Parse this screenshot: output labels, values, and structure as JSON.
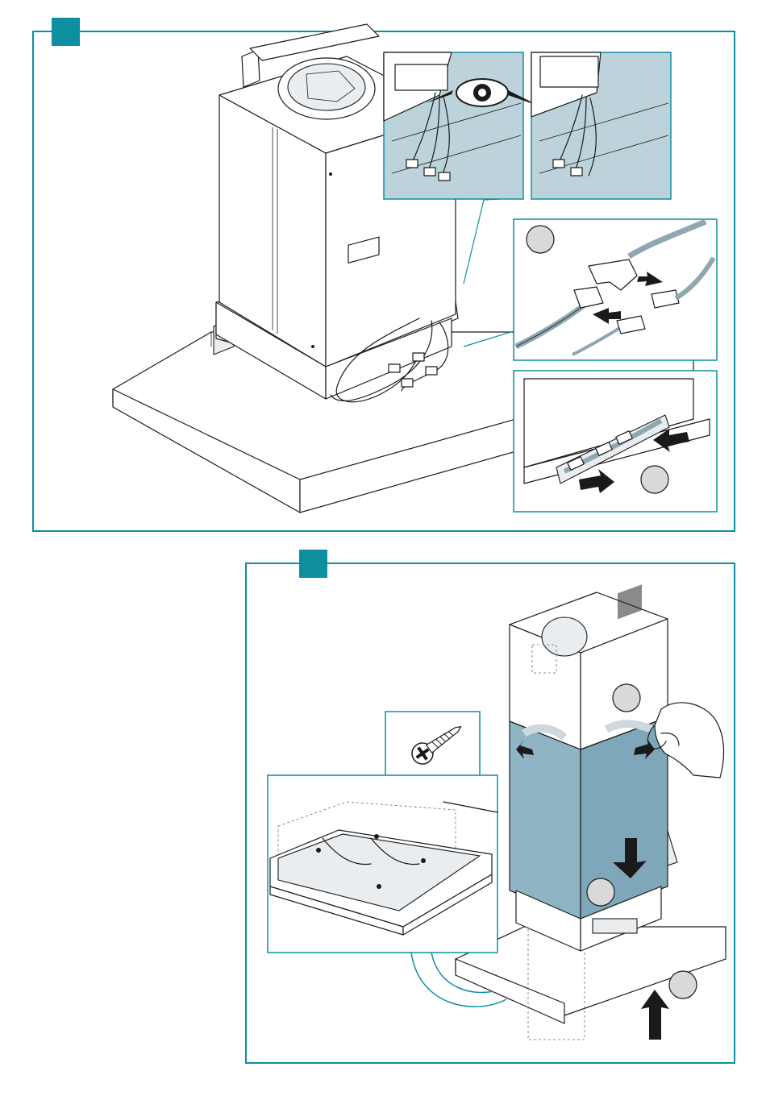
{
  "colors": {
    "accent": "#0d8fa0",
    "panel_fill": "#bcd3dc",
    "cover_fill": "#8fb5c4",
    "step_circle": "#d9d9d9"
  },
  "steps": [
    {
      "marker": "teal-square",
      "panels": [
        "wiring-detail-before",
        "wiring-detail-after",
        "connector-plugging",
        "cable-routing"
      ]
    },
    {
      "marker": "teal-square",
      "panels": [
        "screw-detail",
        "mounting-plate-detail"
      ]
    }
  ],
  "icons": [
    "eye-icon",
    "screw-icon",
    "hand-icon",
    "arrow-icon"
  ]
}
